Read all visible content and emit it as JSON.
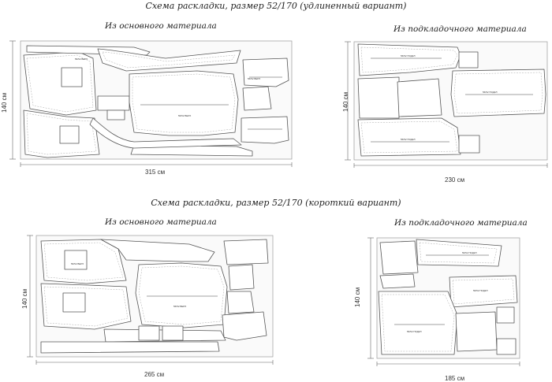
{
  "schemes": [
    {
      "title": "Схема раскладки, размер 52/170 (удлиненный вариант)",
      "main": {
        "label": "Из основного материала",
        "width": "315 см",
        "height": "140 см"
      },
      "lining": {
        "label": "Из подкладочного материала",
        "width": "230 см",
        "height": "140 см"
      }
    },
    {
      "title": "Схема раскладки, размер 52/170 (короткий вариант)",
      "main": {
        "label": "Из основного материала",
        "width": "265 см",
        "height": "140 см"
      },
      "lining": {
        "label": "Из подкладочного материала",
        "width": "185 см",
        "height": "140 см"
      }
    }
  ]
}
